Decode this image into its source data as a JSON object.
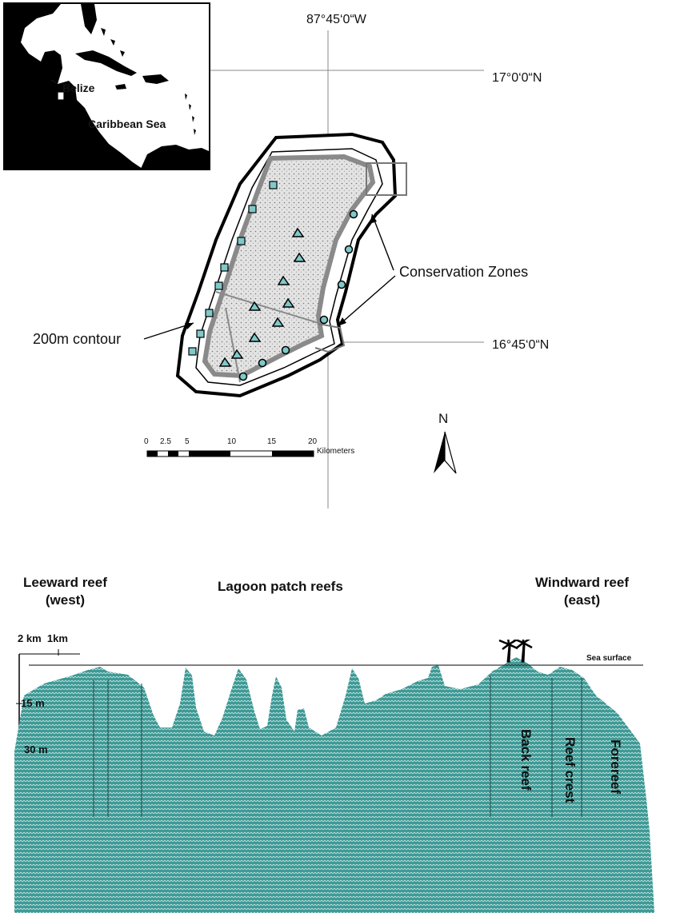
{
  "inset": {
    "country_label": "Belize",
    "sea_label": "Caribbean Sea"
  },
  "grid": {
    "longitude_label": "87°45‘0“W",
    "latitude_north_label": "17°0‘0“N",
    "latitude_south_label": "16°45‘0“N"
  },
  "annotations": {
    "conservation_zones": "Conservation Zones",
    "contour_200m": "200m contour"
  },
  "scale_bar": {
    "ticks": [
      "0",
      "2.5",
      "5",
      "10",
      "15",
      "20"
    ],
    "unit_label": "Kilometers"
  },
  "north_arrow": {
    "label": "N"
  },
  "profile": {
    "leeward_title_line1": "Leeward reef",
    "leeward_title_line2": "(west)",
    "lagoon_title": "Lagoon patch reefs",
    "windward_title_line1": "Windward reef",
    "windward_title_line2": "(east)",
    "distance_scale": "2 km  1km",
    "sea_surface": "Sea surface",
    "depth_15": "15 m",
    "depth_30": "30 m",
    "zone_back_reef": "Back reef",
    "zone_reef_crest": "Reef crest",
    "zone_forereef": "Forereef"
  },
  "colors": {
    "water": "#2e8b87",
    "atoll_fill": "#d9d9d9",
    "reef_grey": "#8a8a8a",
    "marker_fill": "#7fc9c9"
  }
}
